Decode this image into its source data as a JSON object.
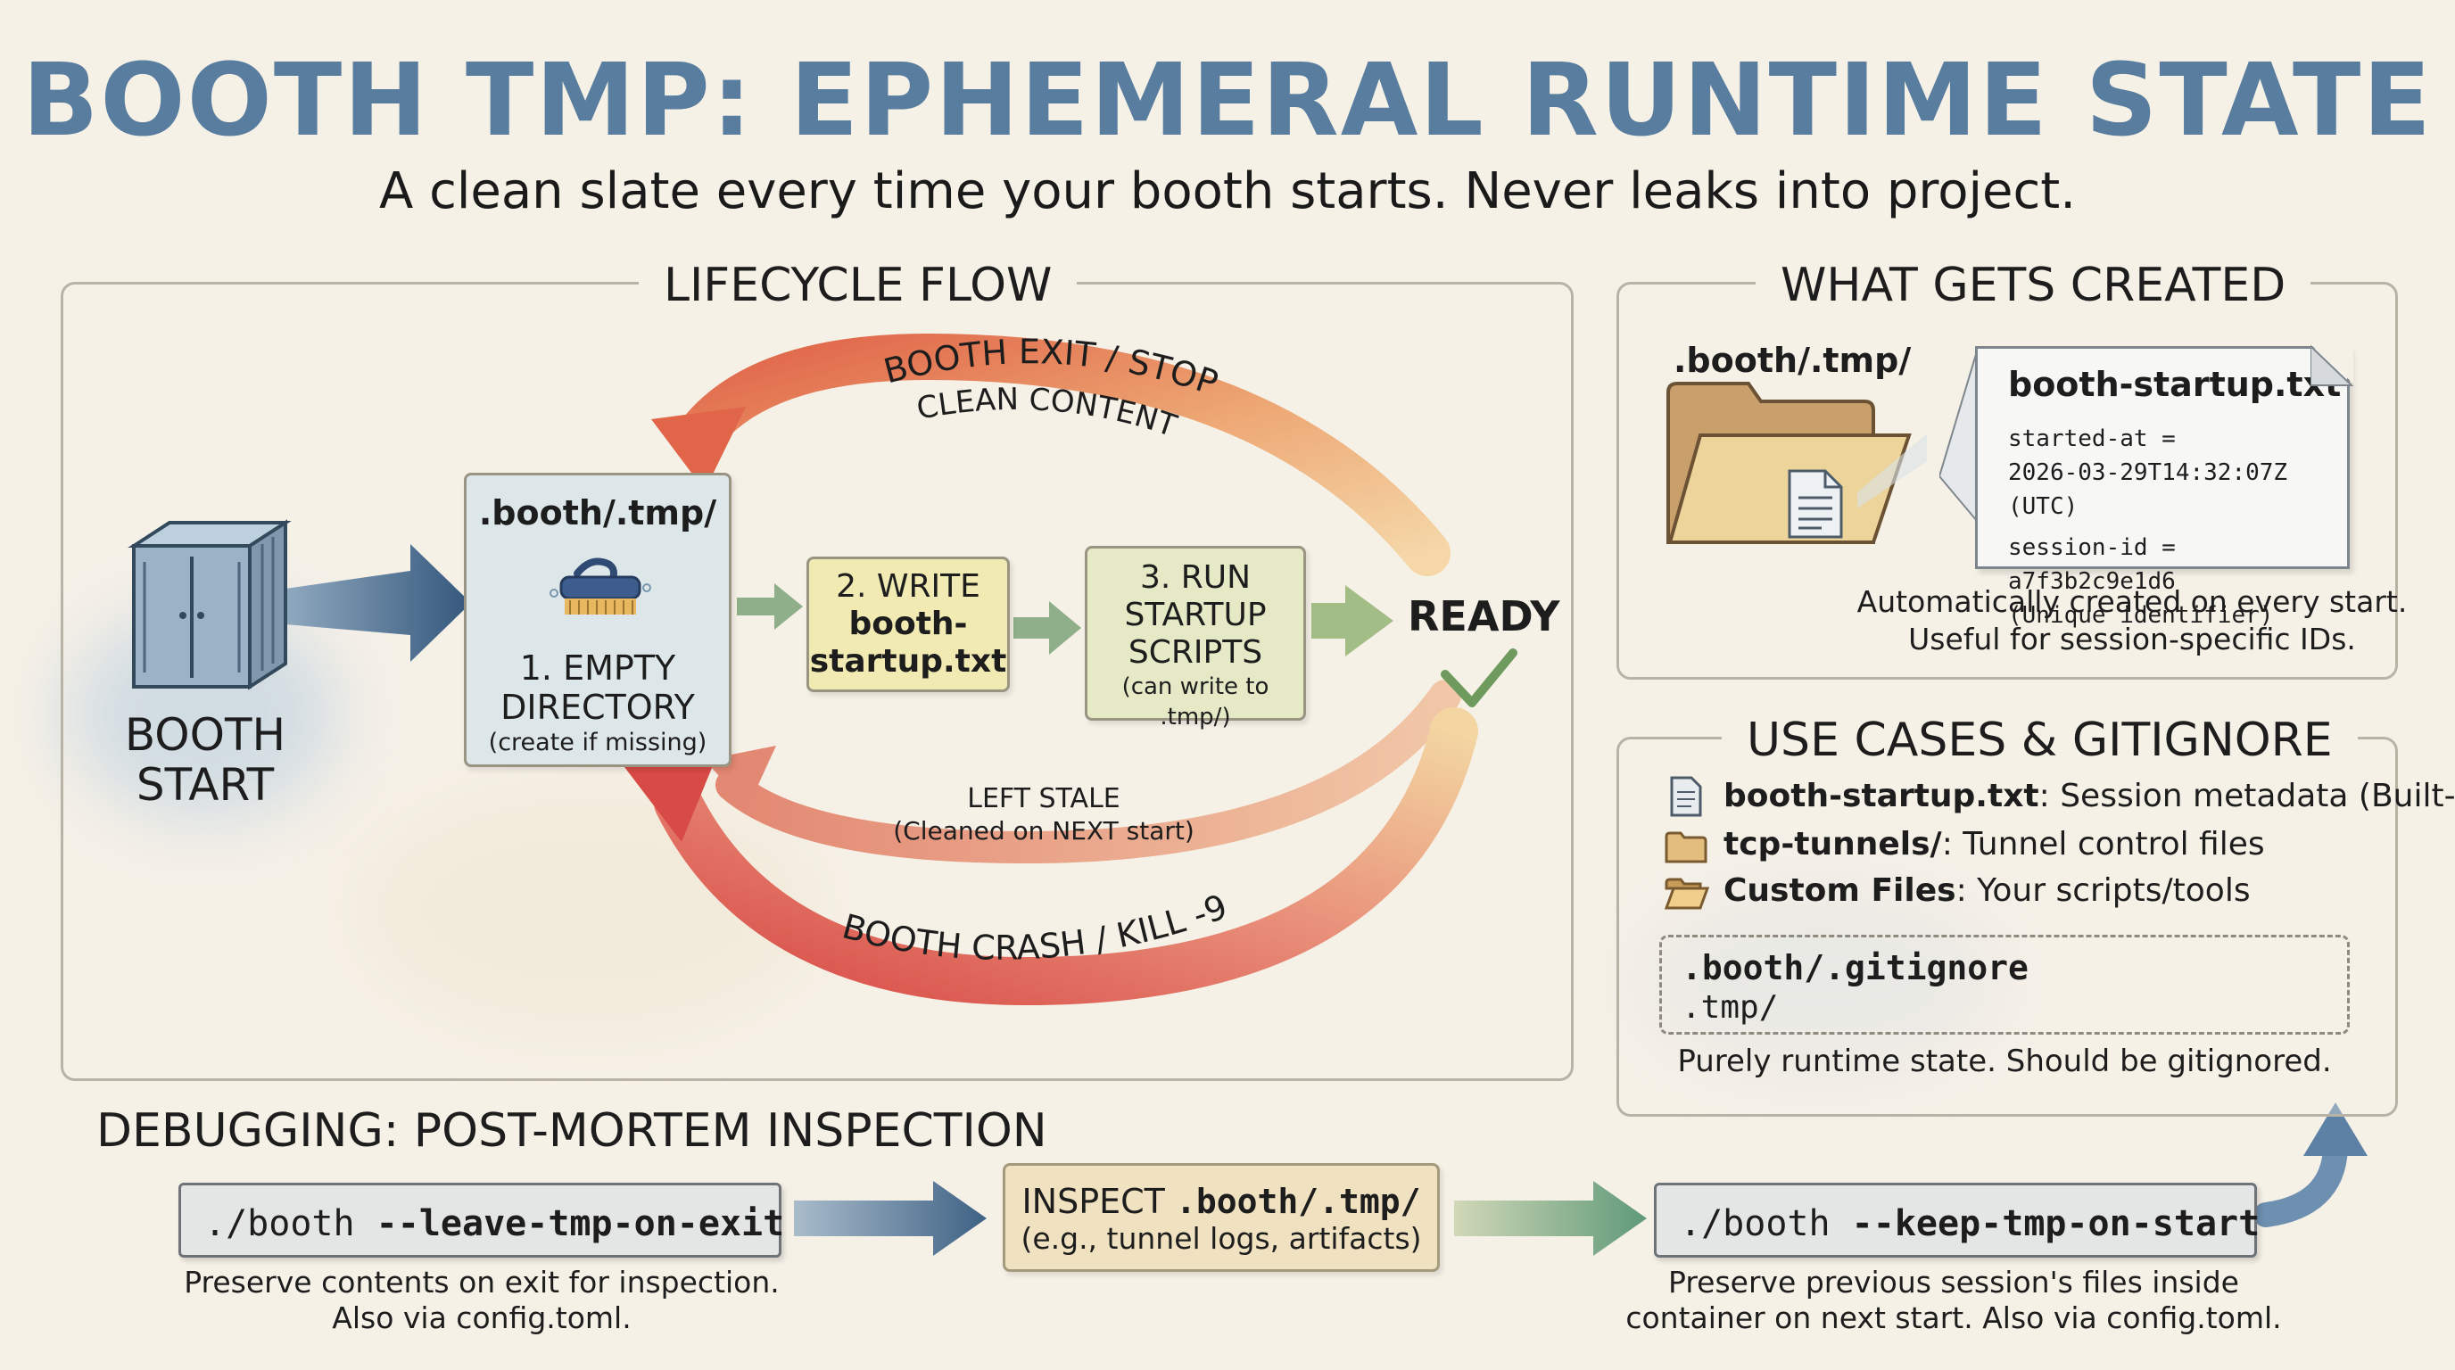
{
  "header": {
    "title": "BOOTH TMP: EPHEMERAL RUNTIME STATE",
    "subtitle": "A clean slate every time your booth starts. Never leaks into project."
  },
  "lifecycle": {
    "title": "LIFECYCLE FLOW",
    "start_label_1": "BOOTH",
    "start_label_2": "START",
    "dir_label": ".booth/.tmp/",
    "step1_line1": "1. EMPTY",
    "step1_line2": "DIRECTORY",
    "step1_note": "(create if missing)",
    "step2_line1": "2. WRITE",
    "step2_line2": "booth-",
    "step2_line3": "startup.txt",
    "step3_line1": "3. RUN",
    "step3_line2": "STARTUP",
    "step3_line3": "SCRIPTS",
    "step3_note": "(can write to .tmp/)",
    "ready": "READY",
    "exit_label": "BOOTH EXIT / STOP",
    "exit_sub": "CLEAN CONTENTS",
    "stale_label": "LEFT STALE",
    "stale_sub": "(Cleaned on NEXT start)",
    "crash_label": "BOOTH CRASH / KILL -9"
  },
  "created": {
    "title": "WHAT GETS CREATED",
    "folder_label": ".booth/.tmp/",
    "file_name": "booth-startup.txt",
    "line1": "started-at =",
    "line2": "2026-03-29T14:32:07Z (UTC)",
    "line3": "session-id = a7f3b2c9e1d6",
    "line4": "(Unique identifier)",
    "caption1": "Automatically created on every start.",
    "caption2": "Useful for session-specific IDs."
  },
  "usecases": {
    "title": "USE CASES & GITIGNORE",
    "items": [
      {
        "name": "booth-startup.txt",
        "desc": ": Session metadata (Built-in)"
      },
      {
        "name": "tcp-tunnels/",
        "desc": ": Tunnel control files"
      },
      {
        "name": "Custom Files",
        "desc": ": Your scripts/tools"
      }
    ],
    "gitignore_file": ".booth/.gitignore",
    "gitignore_entry": ".tmp/",
    "caption": "Purely runtime state. Should be gitignored."
  },
  "debugging": {
    "title": "DEBUGGING: POST-MORTEM INSPECTION",
    "cmd1_prefix": "./booth ",
    "cmd1_flag": "--leave-tmp-on-exit",
    "cmd1_caption1": "Preserve contents on exit for inspection.",
    "cmd1_caption2": "Also via config.toml.",
    "inspect_prefix": "INSPECT ",
    "inspect_path": ".booth/.tmp/",
    "inspect_note": "(e.g., tunnel logs, artifacts)",
    "cmd2_prefix": "./booth ",
    "cmd2_flag": "--keep-tmp-on-start",
    "cmd2_caption1": "Preserve previous session's files inside",
    "cmd2_caption2": "container on next start. Also via config.toml."
  },
  "colors": {
    "title_blue": "#587d9e",
    "exit_arrow": "#e0754e",
    "crash_arrow": "#dc5a50",
    "step_green": "#8fae8a"
  }
}
